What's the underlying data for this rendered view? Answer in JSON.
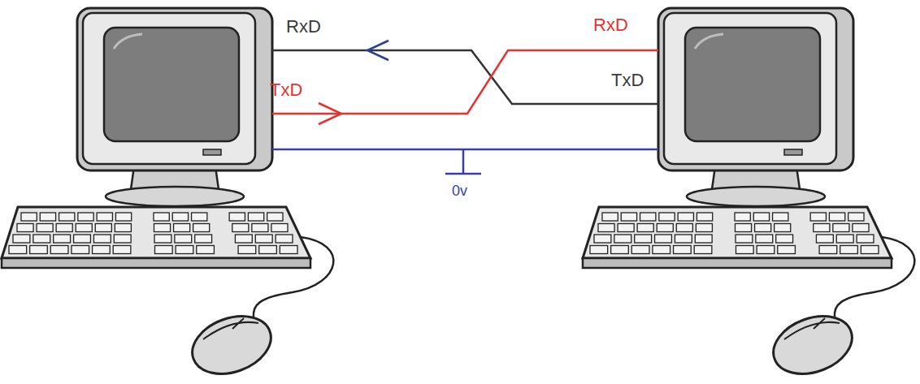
{
  "diagram": {
    "labels": [
      "RxD",
      "TxD",
      "RxD",
      "TxD",
      "0v"
    ]
  }
}
